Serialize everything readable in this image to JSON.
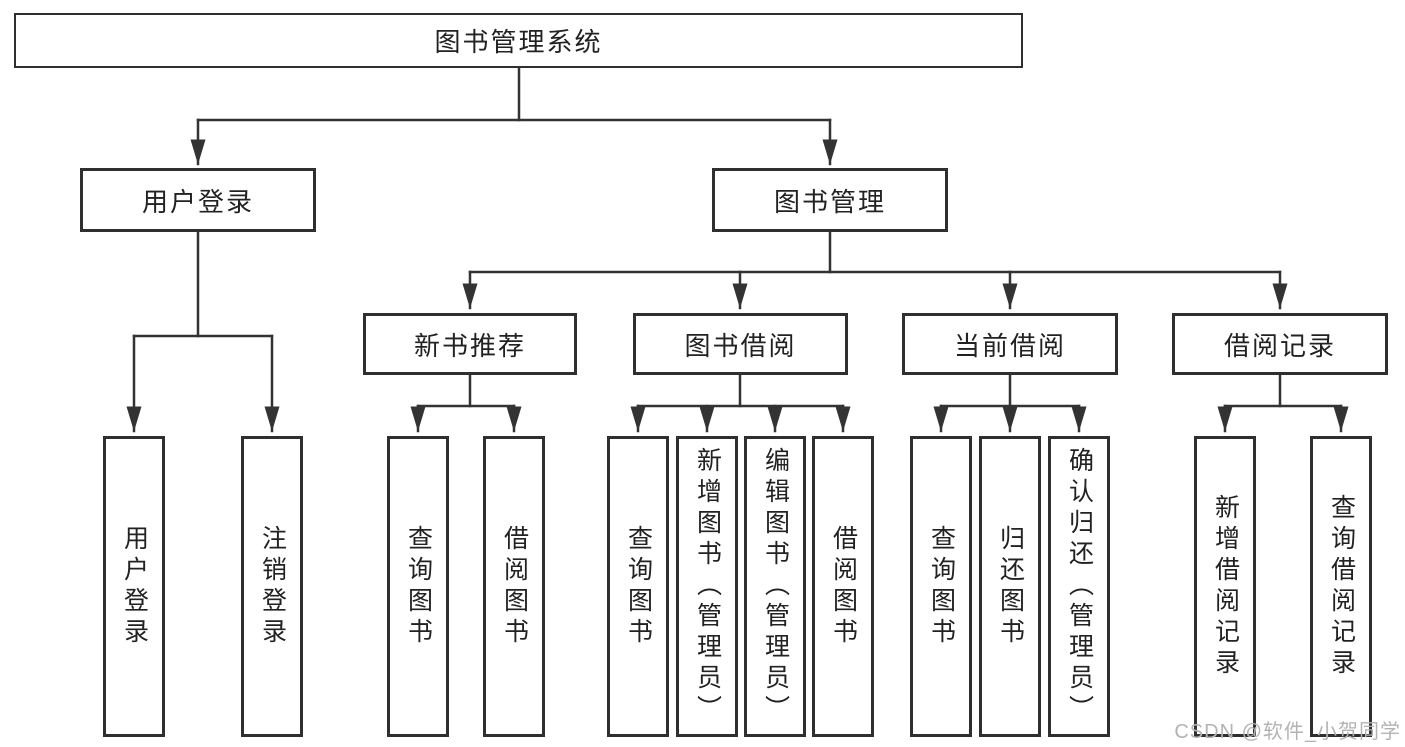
{
  "diagram": {
    "type": "hierarchy-tree",
    "title": "图书管理系统",
    "colors": {
      "background": "#ffffff",
      "box_border": "#2f2f2f",
      "connector_line": "#333333",
      "arrowhead": "#333333",
      "text": "#222222",
      "watermark_text": "#b3b3b3"
    },
    "nodes": {
      "root": {
        "id": "library-management-system",
        "label": "图书管理系统"
      },
      "level2": [
        {
          "id": "user-login",
          "label": "用户登录",
          "parent": "library-management-system"
        },
        {
          "id": "book-management",
          "label": "图书管理",
          "parent": "library-management-system"
        }
      ],
      "level3": [
        {
          "id": "new-book-recommend",
          "label": "新书推荐",
          "parent": "book-management"
        },
        {
          "id": "book-borrowing",
          "label": "图书借阅",
          "parent": "book-management"
        },
        {
          "id": "current-borrowing",
          "label": "当前借阅",
          "parent": "book-management"
        },
        {
          "id": "borrowing-records",
          "label": "借阅记录",
          "parent": "book-management"
        }
      ],
      "leaves": [
        {
          "id": "user-login-action",
          "label": "用户登录",
          "parent": "user-login"
        },
        {
          "id": "logout",
          "label": "注销登录",
          "parent": "user-login"
        },
        {
          "id": "query-books-1",
          "label": "查询图书",
          "parent": "new-book-recommend"
        },
        {
          "id": "borrow-books-1",
          "label": "借阅图书",
          "parent": "new-book-recommend"
        },
        {
          "id": "query-books-2",
          "label": "查询图书",
          "parent": "book-borrowing"
        },
        {
          "id": "add-books-admin",
          "label": "新增图书（管理员）",
          "parent": "book-borrowing"
        },
        {
          "id": "edit-books-admin",
          "label": "编辑图书（管理员）",
          "parent": "book-borrowing"
        },
        {
          "id": "borrow-books-2",
          "label": "借阅图书",
          "parent": "book-borrowing"
        },
        {
          "id": "query-books-3",
          "label": "查询图书",
          "parent": "current-borrowing"
        },
        {
          "id": "return-books",
          "label": "归还图书",
          "parent": "current-borrowing"
        },
        {
          "id": "confirm-return-admin",
          "label": "确认归还（管理员）",
          "parent": "current-borrowing"
        },
        {
          "id": "add-borrow-record",
          "label": "新增借阅记录",
          "parent": "borrowing-records"
        },
        {
          "id": "query-borrow-record",
          "label": "查询借阅记录",
          "parent": "borrowing-records"
        }
      ]
    },
    "watermark": {
      "text": "CSDN @软件_小贺同学"
    }
  }
}
